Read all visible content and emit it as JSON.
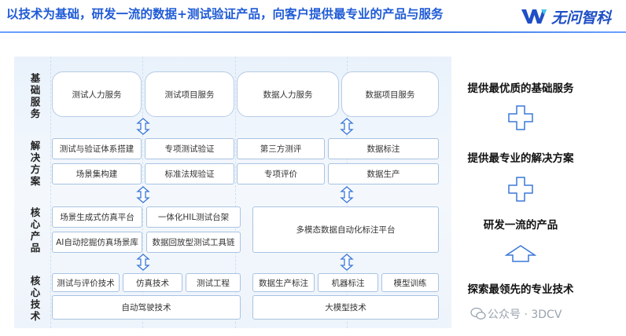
{
  "header": {
    "title": "以技术为基础，研发一流的数据+测试验证产品，向客户提供最专业的产品与服务",
    "logo_text": "无问智科"
  },
  "rows": {
    "basic_services": {
      "label": "基础服务",
      "items": [
        "测试人力服务",
        "测试项目服务",
        "数据人力服务",
        "数据项目服务"
      ]
    },
    "solutions": {
      "label": "解决方案",
      "row1": [
        "测试与验证体系搭建",
        "专项测试验证",
        "第三方测评",
        "数据标注"
      ],
      "row2": [
        "场景集构建",
        "标准法规验证",
        "专项评价",
        "数据生产"
      ]
    },
    "core_products": {
      "label": "核心产品",
      "left_row1": [
        "场景生成式仿真平台",
        "一体化HIL测试台架"
      ],
      "left_row2": [
        "AI自动挖掘仿真场景库",
        "数据回放型测试工具链"
      ],
      "right": "多模态数据自动化标注平台"
    },
    "core_tech": {
      "label": "核心技术",
      "left_sub": [
        "测试与评价技术",
        "仿真技术",
        "测试工程"
      ],
      "left_main": "自动驾驶技术",
      "right_sub": [
        "数据生产标注",
        "机器标注",
        "模型训练"
      ],
      "right_main": "大模型技术"
    }
  },
  "right_column": {
    "items": [
      "提供最优质的基础服务",
      "提供最专业的解决方案",
      "研发一流的产品",
      "探索最领先的专业技术"
    ],
    "icons": [
      "plus-icon",
      "plus-icon",
      "up-arrow-icon"
    ]
  },
  "watermark": {
    "text": "公众号 · 3DCV"
  },
  "colors": {
    "accent": "#1f5bd6",
    "box_border": "#a9c3e2",
    "panel_bg": "#eef4fb",
    "arrow": "#3a78d8"
  }
}
